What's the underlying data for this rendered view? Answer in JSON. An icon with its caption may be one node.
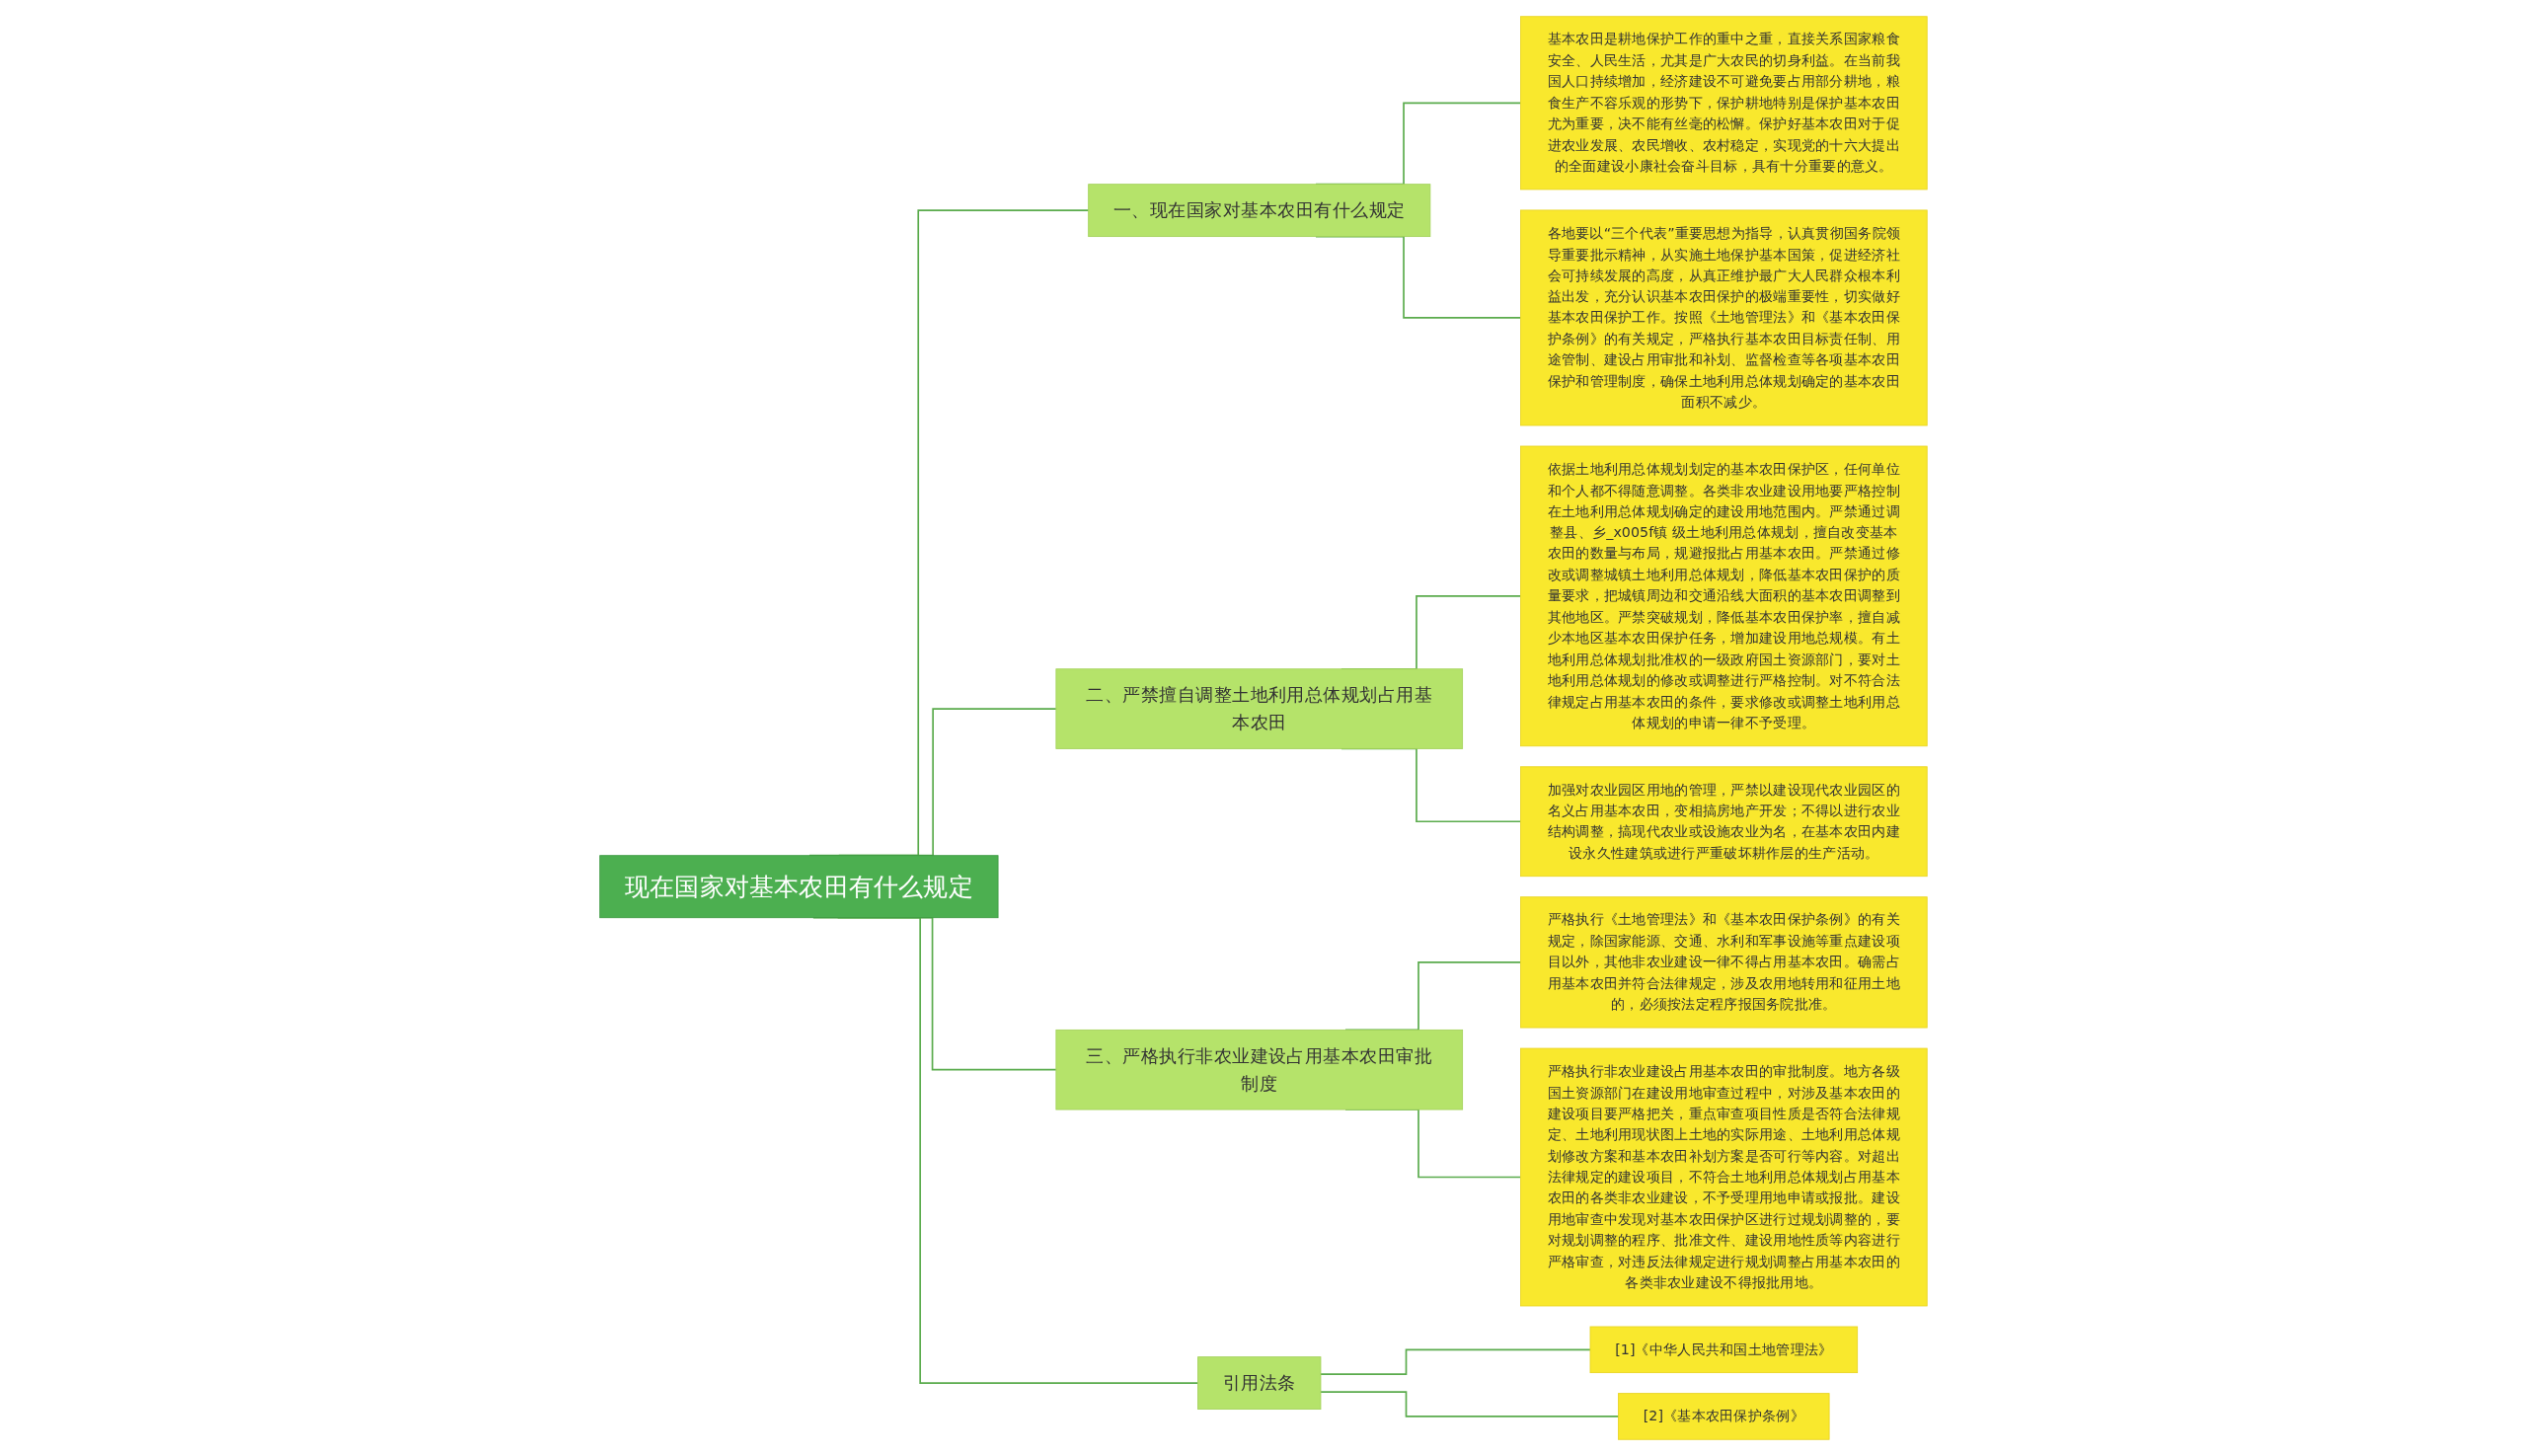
{
  "diagram": {
    "nodes": [
      {
        "text": [
          "现在国家对基本农田有什么规定"
        ]
      },
      {
        "text": [
          "一、现在国家对基本农田有什么规定"
        ]
      },
      {
        "text": [
          "基本农田是耕地保护工作的重中之重，直接关系国家粮食安全、人民生活，尤其是广大农民的切身利益。在当前我国人口持续增加，经济建设不可避免要占用部分耕地，粮食生产不容乐观的形势下，保护耕地特别是保护基本农田尤为重要，决不能有丝毫的松懈。保护好基本农田对于促进农业发展、农民增收、农村稳定，实现党的十六大提出的全面建设小康社会奋斗目标，具有十分重要的意义。"
        ]
      },
      {
        "text": [
          "各地要以“三个代表”重要思想为指导，认真贯彻国务院领导重要批示精神，从实施土地保护基本国策，促进经济社会可持续发展的高度，从真正维护最广大人民群众根本利益出发，充分认识基本农田保护的极端重要性，切实做好基本农田保护工作。按照《土地管理法》和《基本农田保护条例》的有关规定，严格执行基本农田目标责任制、用途管制、建设占用审批和补划、监督检查等各项基本农田保护和管理制度，确保土地利用总体规划确定的基本农田面积不减少。"
        ]
      },
      {
        "text": [
          "二、严禁擅自调整土地利用总体规划占用基本农田"
        ]
      },
      {
        "text": [
          "依据土地利用总体规划划定的基本农田保护区，任何单位和个人都不得随意调整。各类非农业建设用地要严格控制在土地利用总体规划确定的建设用地范围内。严禁通过调整县、乡_x005f镇 级土地利用总体规划，擅自改变基本农田的数量与布局，规避报批占用基本农田。严禁通过修改或调整城镇土地利用总体规划，降低基本农田保护的质量要求，把城镇周边和交通沿线大面积的基本农田调整到其他地区。严禁突破规划，降低基本农田保护率，擅自减少本地区基本农田保护任务，增加建设用地总规模。有土地利用总体规划批准权的一级政府国土资源部门，要对土地利用总体规划的修改或调整进行严格控制。对不符合法律规定占用基本农田的条件，要求修改或调整土地利用总体规划的申请一律不予受理。"
        ]
      },
      {
        "text": [
          "加强对农业园区用地的管理，严禁以建设现代农业园区的名义占用基本农田，变相搞房地产开发；不得以进行农业结构调整，搞现代农业或设施农业为名，在基本农田内建设永久性建筑或进行严重破坏耕作层的生产活动。"
        ]
      },
      {
        "text": [
          "三、严格执行非农业建设占用基本农田审批制度"
        ]
      },
      {
        "text": [
          "严格执行《土地管理法》和《基本农田保护条例》的有关规定，除国家能源、交通、水利和军事设施等重点建设项目以外，其他非农业建设一律不得占用基本农田。确需占用基本农田并符合法律规定，涉及农用地转用和征用土地的，必须按法定程序报国务院批准。"
        ]
      },
      {
        "text": [
          "严格执行非农业建设占用基本农田的审批制度。地方各级国土资源部门在建设用地审查过程中，对涉及基本农田的建设项目要严格把关，重点审查项目性质是否符合法律规定、土地利用现状图上土地的实际用途、土地利用总体规划修改方案和基本农田补划方案是否可行等内容。对超出法律规定的建设项目，不符合土地利用总体规划占用基本农田的各类非农业建设，不予受理用地申请或报批。建设用地审查中发现对基本农田保护区进行过规划调整的，要对规划调整的程序、批准文件、建设用地性质等内容进行严格审查，对违反法律规定进行规划调整占用基本农田的各类非农业建设不得报批用地。"
        ]
      },
      {
        "text": [
          "引用法条"
        ]
      },
      {
        "text": [
          "[1]《中华人民共和国土地管理法》"
        ]
      },
      {
        "text": [
          "[2]《基本农田保护条例》"
        ]
      }
    ],
    "edges": [
      {
        "from": 0,
        "to": 1,
        "arrow": "none"
      },
      {
        "from": 1,
        "to": 2,
        "arrow": "none"
      },
      {
        "from": 1,
        "to": 3,
        "arrow": "none"
      },
      {
        "from": 0,
        "to": 4,
        "arrow": "none"
      },
      {
        "from": 4,
        "to": 5,
        "arrow": "none"
      },
      {
        "from": 4,
        "to": 6,
        "arrow": "none"
      },
      {
        "from": 0,
        "to": 7,
        "arrow": "none"
      },
      {
        "from": 7,
        "to": 8,
        "arrow": "none"
      },
      {
        "from": 7,
        "to": 9,
        "arrow": "none"
      },
      {
        "from": 0,
        "to": 10,
        "arrow": "none"
      },
      {
        "from": 10,
        "to": 11,
        "arrow": "none"
      },
      {
        "from": 10,
        "to": 12,
        "arrow": "none"
      }
    ]
  }
}
